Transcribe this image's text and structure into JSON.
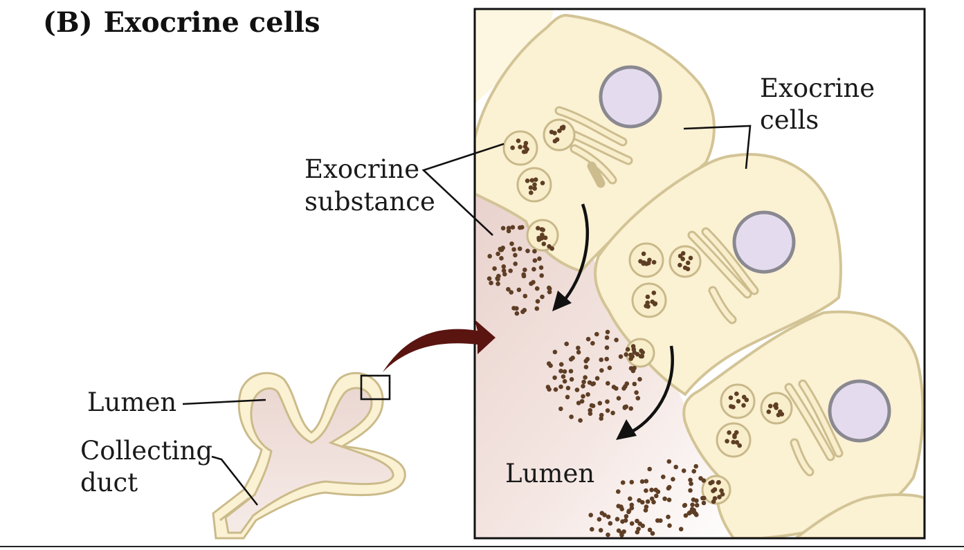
{
  "title": {
    "panel": "(B)",
    "text": "Exocrine cells"
  },
  "labels": {
    "exocrine_cells_line1": "Exocrine",
    "exocrine_cells_line2": "cells",
    "exocrine_substance_line1": "Exocrine",
    "exocrine_substance_line2": "substance",
    "lumen_inset": "Lumen",
    "lumen_overview": "Lumen",
    "collecting_duct_line1": "Collecting",
    "collecting_duct_line2": "duct"
  },
  "colors": {
    "cell_fill": "#fbf1d3",
    "cell_outline": "#d3c496",
    "lumen_fill": "#ecdad6",
    "nucleus_fill": "#e4dcee",
    "secretion_dot": "#5e3e25",
    "magnify_arrow": "#5a1510"
  }
}
